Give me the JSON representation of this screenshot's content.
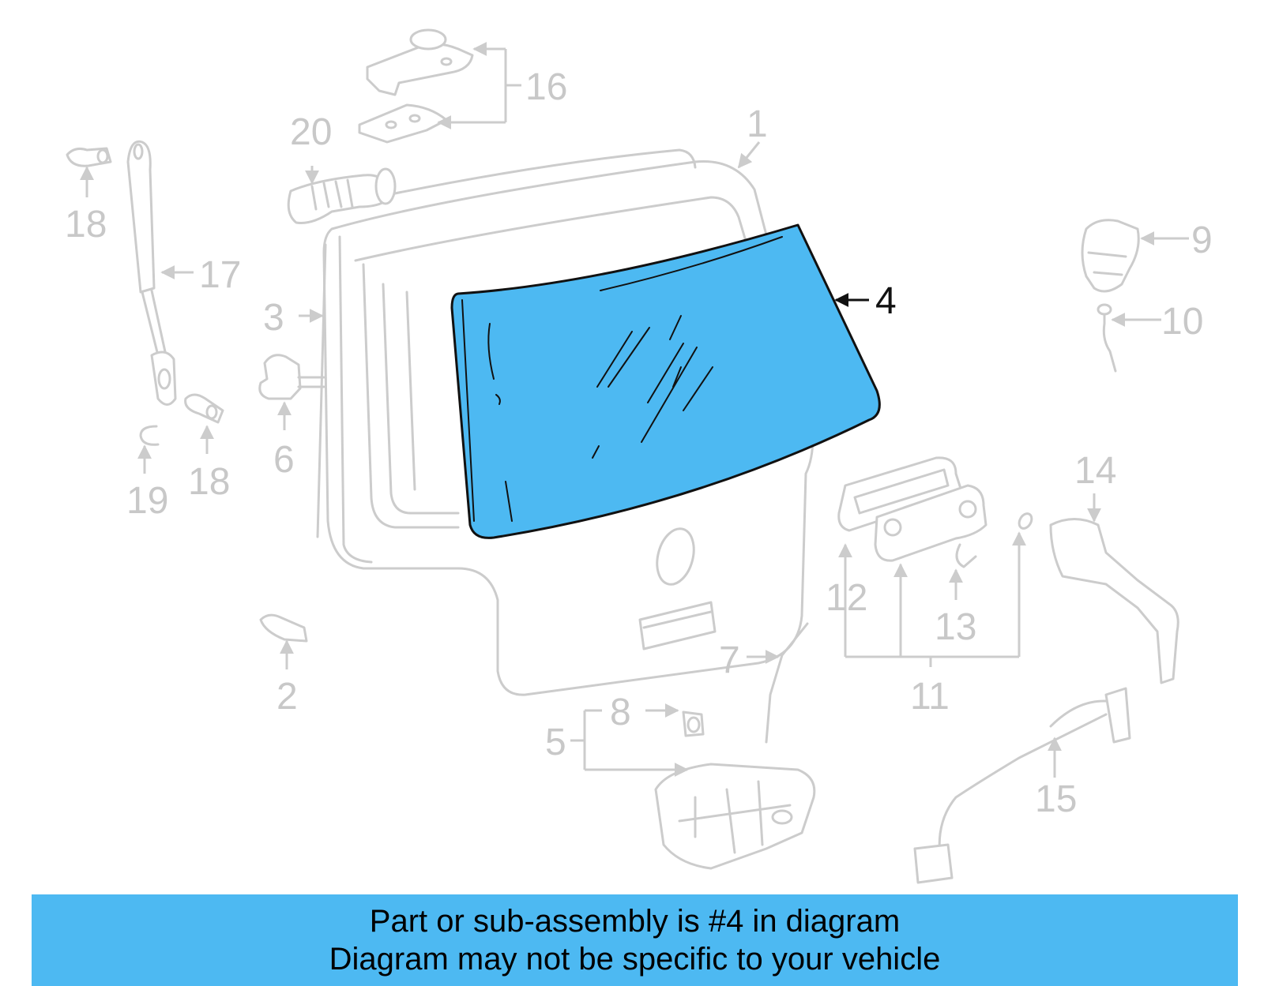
{
  "diagram": {
    "highlight_color": "#4db9f2",
    "highlighted_part": "4",
    "callouts": [
      {
        "id": "c1",
        "label": "1"
      },
      {
        "id": "c2",
        "label": "2"
      },
      {
        "id": "c3",
        "label": "3"
      },
      {
        "id": "c4",
        "label": "4"
      },
      {
        "id": "c5",
        "label": "5"
      },
      {
        "id": "c6",
        "label": "6"
      },
      {
        "id": "c7",
        "label": "7"
      },
      {
        "id": "c8",
        "label": "8"
      },
      {
        "id": "c9",
        "label": "9"
      },
      {
        "id": "c10",
        "label": "10"
      },
      {
        "id": "c11",
        "label": "11"
      },
      {
        "id": "c12",
        "label": "12"
      },
      {
        "id": "c13",
        "label": "13"
      },
      {
        "id": "c14",
        "label": "14"
      },
      {
        "id": "c15",
        "label": "15"
      },
      {
        "id": "c16",
        "label": "16"
      },
      {
        "id": "c17",
        "label": "17"
      },
      {
        "id": "c18a",
        "label": "18"
      },
      {
        "id": "c18b",
        "label": "18"
      },
      {
        "id": "c19",
        "label": "19"
      },
      {
        "id": "c20",
        "label": "20"
      }
    ]
  },
  "banner": {
    "line1": "Part or sub-assembly is #4 in diagram",
    "line2": "Diagram may not be specific to your vehicle"
  }
}
